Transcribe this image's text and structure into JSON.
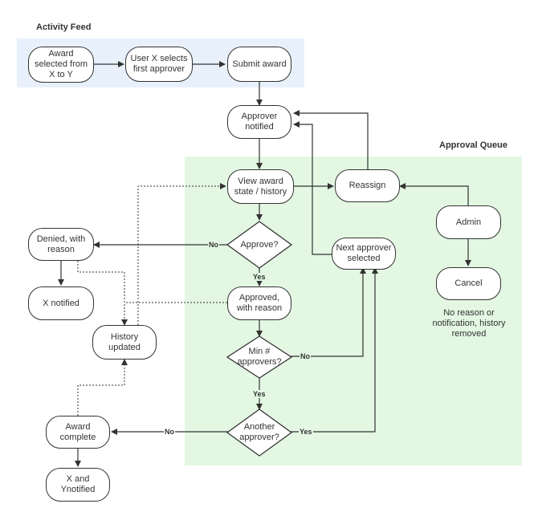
{
  "colors": {
    "activity_zone": "#e8f1fb",
    "approval_zone": "#e3f7e3",
    "stroke": "#333333",
    "text": "#333333"
  },
  "zones": {
    "activity_feed": "Activity Feed",
    "approval_queue": "Approval Queue"
  },
  "nodes": {
    "award_selected": "Award\nselected from\nX to Y",
    "user_selects": "User X selects\nfirst approver",
    "submit_award": "Submit award",
    "approver_notified": "Approver\nnotified",
    "view_award": "View award\nstate / history",
    "reassign": "Reassign",
    "admin": "Admin",
    "cancel": "Cancel",
    "approve": "Approve?",
    "denied": "Denied, with\nreason",
    "next_approver": "Next approver\nselected",
    "x_notified": "X notified",
    "approved": "Approved,\nwith reason",
    "history_updated": "History\nupdated",
    "min_approvers": "Min #\napprovers?",
    "another_approver": "Another\napprover?",
    "award_complete": "Award\ncomplete",
    "xy_notified": "X and\nYnotified"
  },
  "notes": {
    "cancel_note": "No reason or\nnotification, history\nremoved"
  },
  "edge_labels": {
    "approve_no": "No",
    "approve_yes": "Yes",
    "min_no": "No",
    "min_yes": "Yes",
    "another_no": "No",
    "another_yes": "Yes"
  }
}
